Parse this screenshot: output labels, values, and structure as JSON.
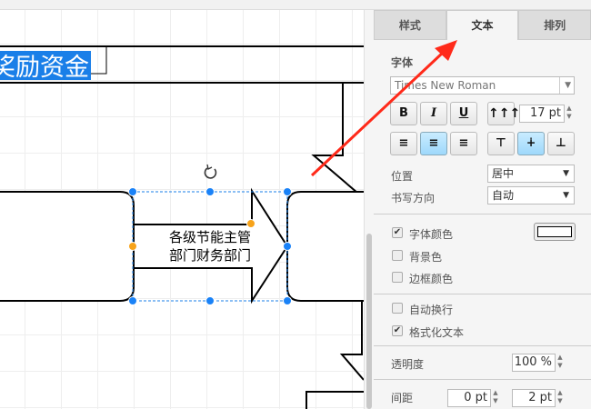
{
  "canvas": {
    "selected_text": "奖励资金",
    "arrow_label_line1": "各级节能主管",
    "arrow_label_line2": "部门财务部门"
  },
  "panel": {
    "tabs": [
      {
        "label": "样式"
      },
      {
        "label": "文本",
        "active": true
      },
      {
        "label": "排列"
      }
    ],
    "font_section": "字体",
    "font_family": "Times New Roman",
    "bold": "B",
    "italic": "I",
    "underline": "U",
    "font_size": "17 pt",
    "position_label": "位置",
    "position_value": "居中",
    "direction_label": "书写方向",
    "direction_value": "自动",
    "font_color_label": "字体颜色",
    "font_color_checked": true,
    "font_color": "#ffffff",
    "bg_color_label": "背景色",
    "bg_color_checked": false,
    "border_color_label": "边框颜色",
    "border_color_checked": false,
    "wrap_label": "自动换行",
    "wrap_checked": false,
    "formatted_label": "格式化文本",
    "formatted_checked": true,
    "opacity_label": "透明度",
    "opacity_value": "100 %",
    "spacing_label": "间距",
    "spacing_top": "0 pt",
    "spacing_global": "2 pt"
  },
  "colors": {
    "selection": "#1a7fe8",
    "handle": "#1a82f7",
    "constraint": "#f7a31a",
    "annotation": "#ff2a1a"
  }
}
